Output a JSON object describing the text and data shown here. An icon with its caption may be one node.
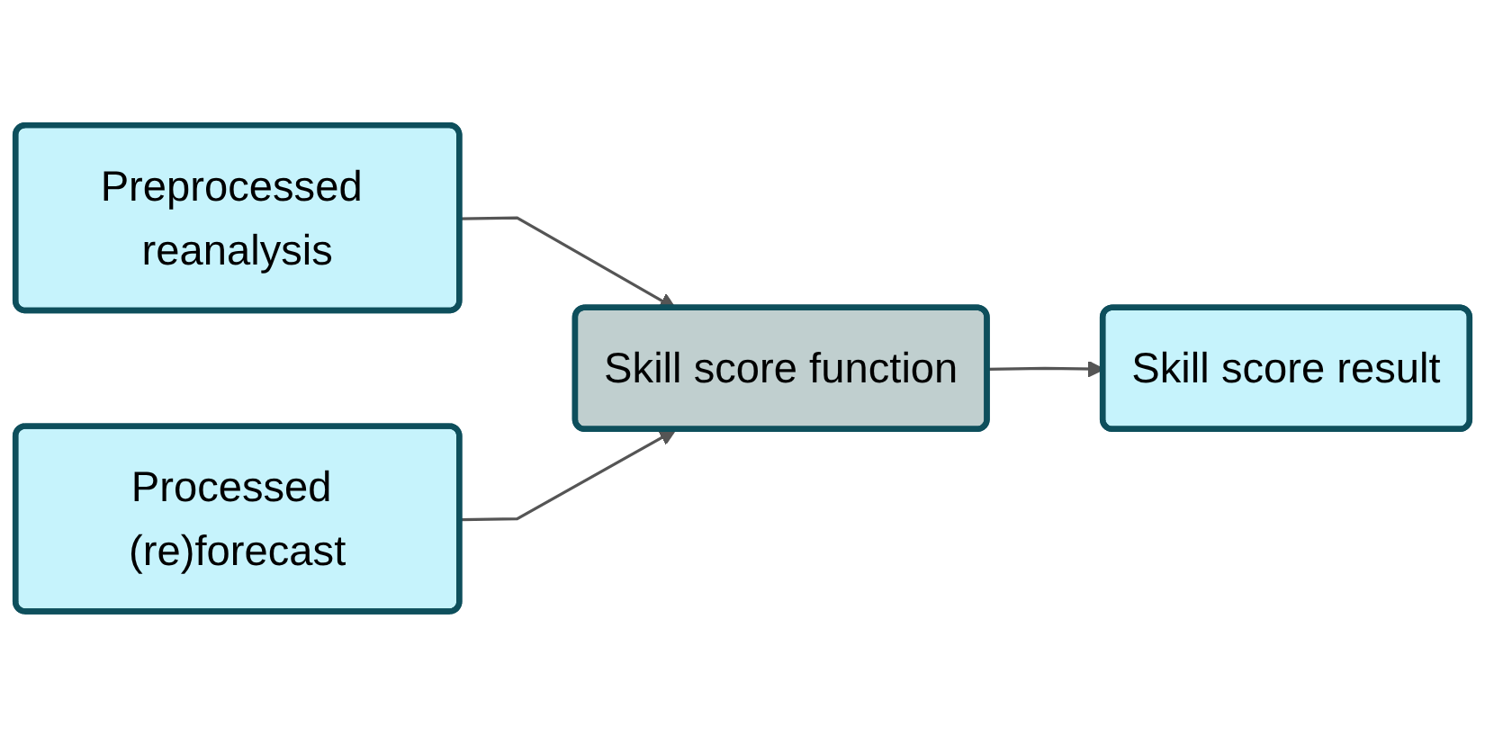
{
  "diagram": {
    "nodes": [
      {
        "text": [
          "Preprocessed reanalysis"
        ]
      },
      {
        "text": [
          "Processed (re)forecast"
        ]
      },
      {
        "text": [
          "Skill score function"
        ]
      },
      {
        "text": [
          "Skill score result"
        ]
      }
    ],
    "edges": [
      {
        "from": 0,
        "to": 2,
        "arrow": "to"
      },
      {
        "from": 1,
        "to": 2,
        "arrow": "to"
      },
      {
        "from": 2,
        "to": 3,
        "arrow": "to"
      }
    ]
  }
}
